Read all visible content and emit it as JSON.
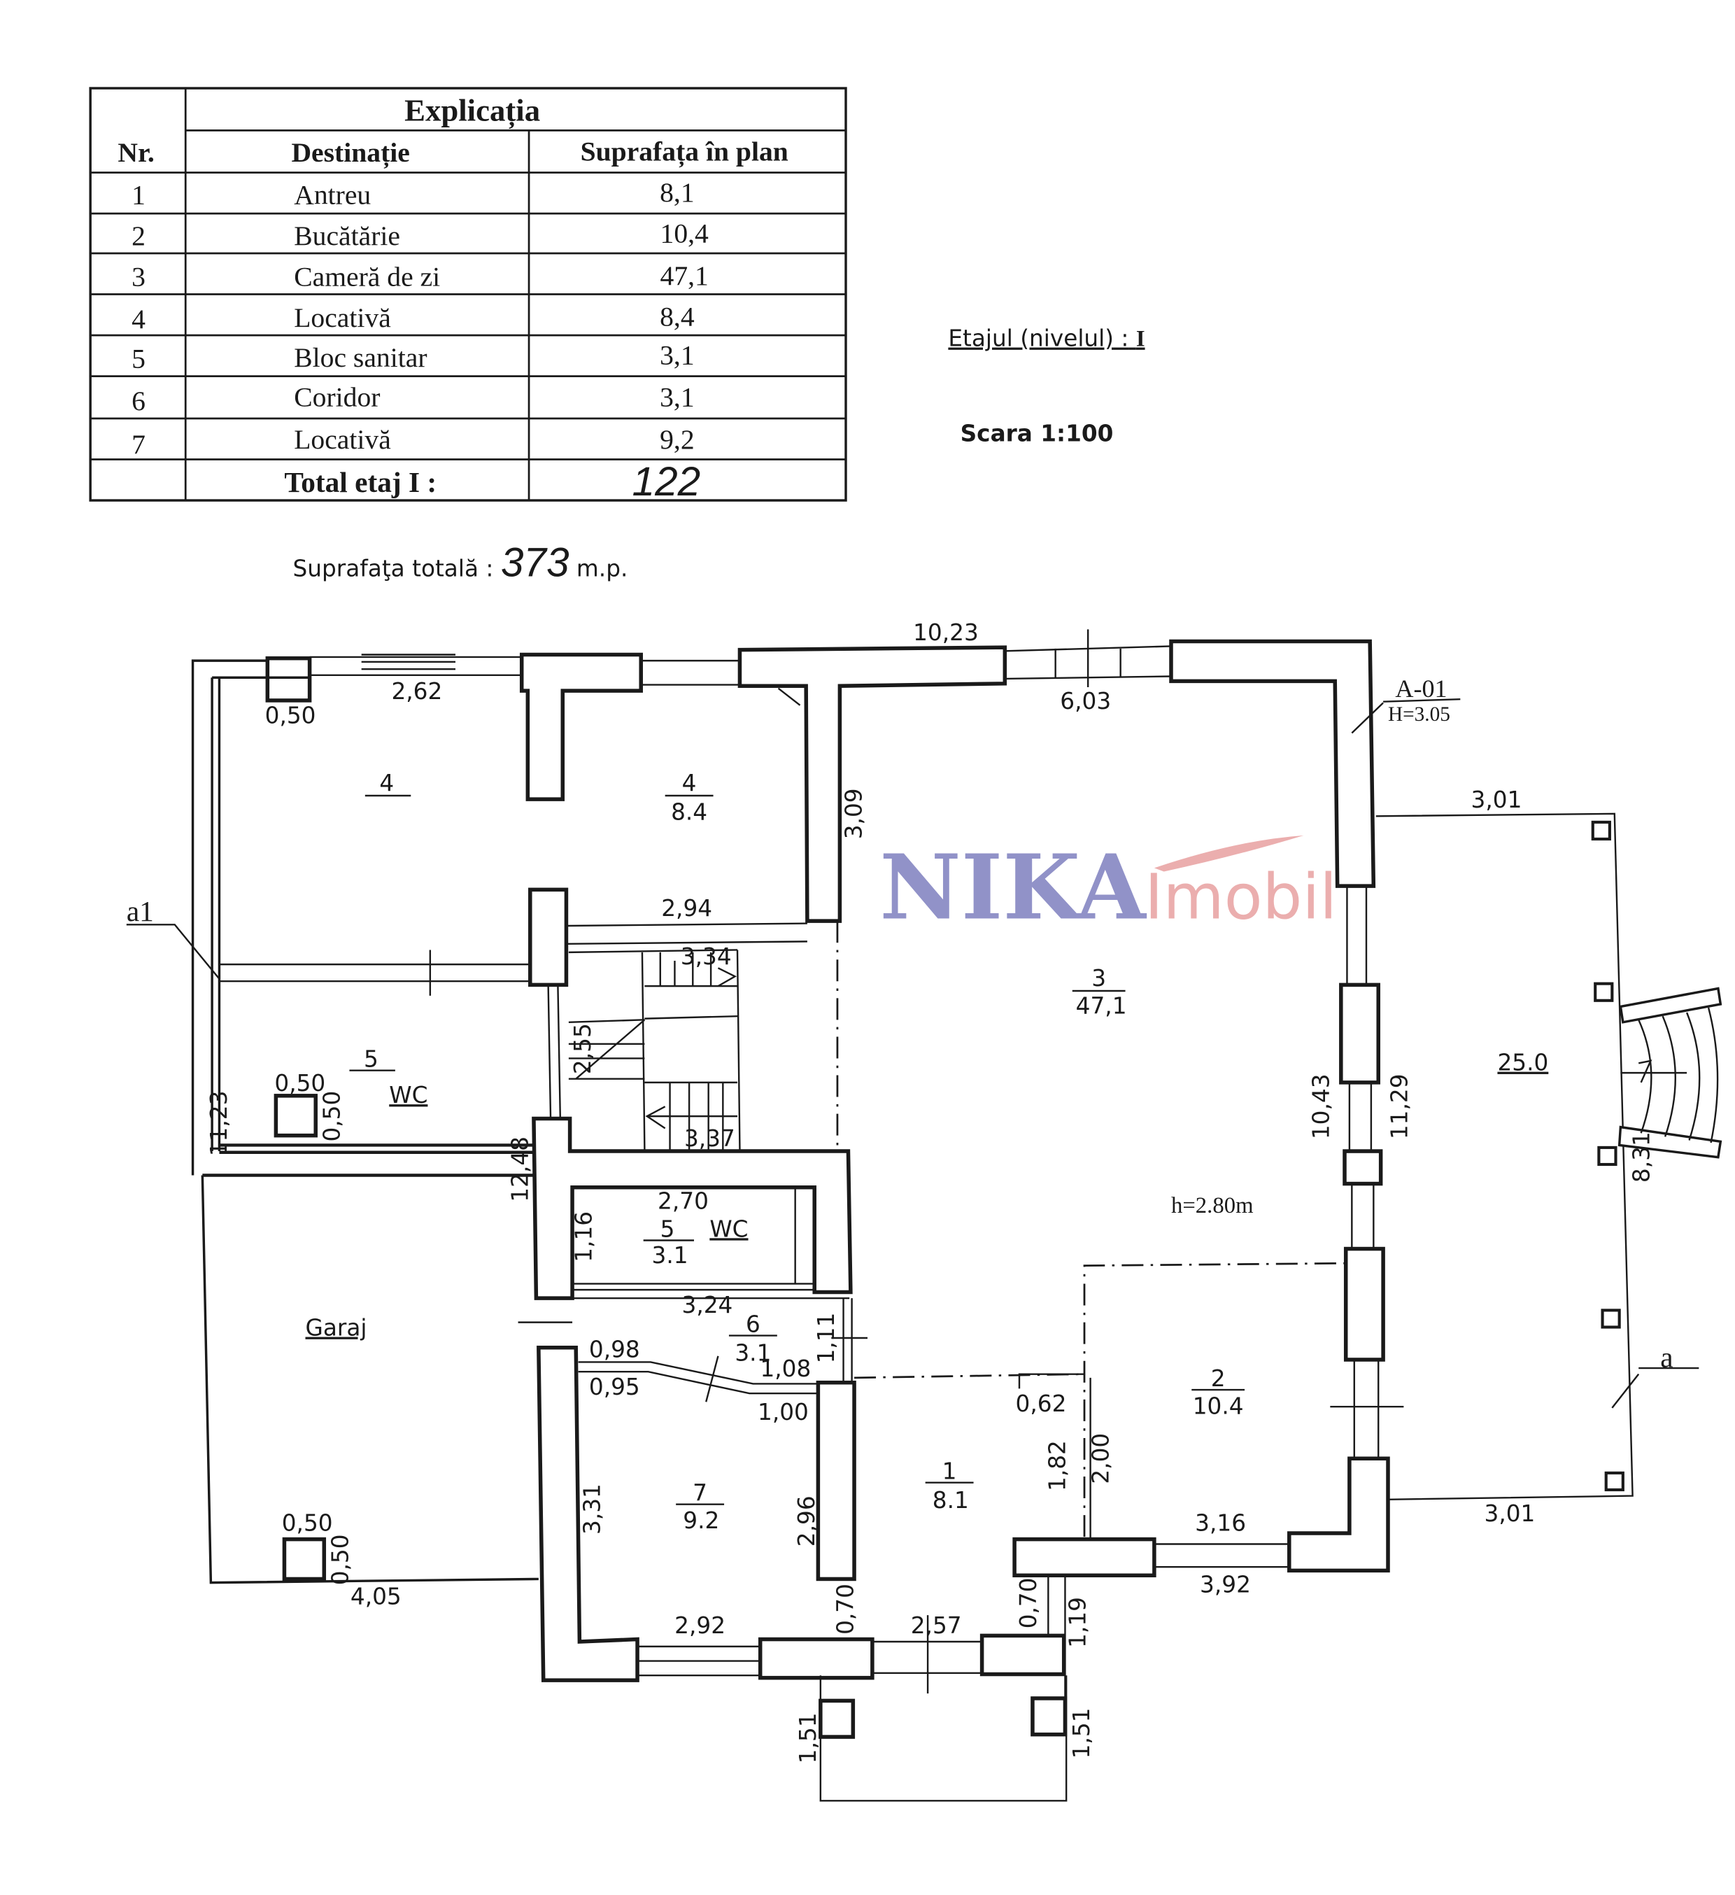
{
  "table": {
    "title": "Explicația",
    "headers": {
      "nr": "Nr.",
      "destination": "Destinație",
      "area": "Suprafața în plan"
    },
    "rows": [
      {
        "nr": "1",
        "destination": "Antreu",
        "area": "8,1"
      },
      {
        "nr": "2",
        "destination": "Bucătărie",
        "area": "10,4"
      },
      {
        "nr": "3",
        "destination": "Cameră de zi",
        "area": "47,1"
      },
      {
        "nr": "4",
        "destination": "Locativă",
        "area": "8,4"
      },
      {
        "nr": "5",
        "destination": "Bloc sanitar",
        "area": "3,1"
      },
      {
        "nr": "6",
        "destination": "Coridor",
        "area": "3,1"
      },
      {
        "nr": "7",
        "destination": "Locativă",
        "area": "9,2"
      }
    ],
    "total_label": "Total etaj I :",
    "total_value": "122"
  },
  "floor": {
    "label": "Etajul (nivelul) :",
    "value": "I"
  },
  "scale": "Scara 1:100",
  "total_area": {
    "label": "Suprafaţa totală :",
    "value": "373",
    "unit": "m.p."
  },
  "watermark": {
    "brand": "NIKA",
    "suffix": "Imobil",
    "colors": {
      "brand": "#7e7fbf",
      "suffix": "#e8a0a0"
    }
  },
  "rooms": {
    "r4a": {
      "num": "4"
    },
    "r4": {
      "num": "4",
      "area": "8.4"
    },
    "r3": {
      "num": "3",
      "area": "47,1"
    },
    "r5a": {
      "num": "5",
      "label": "WC"
    },
    "r5": {
      "num": "5",
      "area": "3.1",
      "label": "WC"
    },
    "r6": {
      "num": "6",
      "area": "3.1"
    },
    "r7": {
      "num": "7",
      "area": "9.2"
    },
    "r1": {
      "num": "1",
      "area": "8.1"
    },
    "r2": {
      "num": "2",
      "area": "10.4"
    },
    "terrace": {
      "area": "25.0"
    },
    "garage": {
      "label": "Garaj"
    }
  },
  "dims": [
    "10,23",
    "2,62",
    "0,50",
    "6,03",
    "3,09",
    "A-01",
    "H=3.05",
    "3,01",
    "2,94",
    "3,34",
    "2,55",
    "3,37",
    "0,50",
    "0,50",
    "11,23",
    "12,48",
    "2,70",
    "1,16",
    "3,24",
    "1,11",
    "0,98",
    "0,95",
    "1,08",
    "1,00",
    "0,62",
    "1,82",
    "2,00",
    "10,43",
    "11,29",
    "8,31",
    "3,16",
    "3,92",
    "3,01",
    "3,31",
    "2,96",
    "0,50",
    "0,50",
    "4,05",
    "2,92",
    "0,70",
    "2,57",
    "0,70",
    "1,19",
    "1,51",
    "1,51",
    "h=2.80m",
    "a1",
    "a"
  ]
}
